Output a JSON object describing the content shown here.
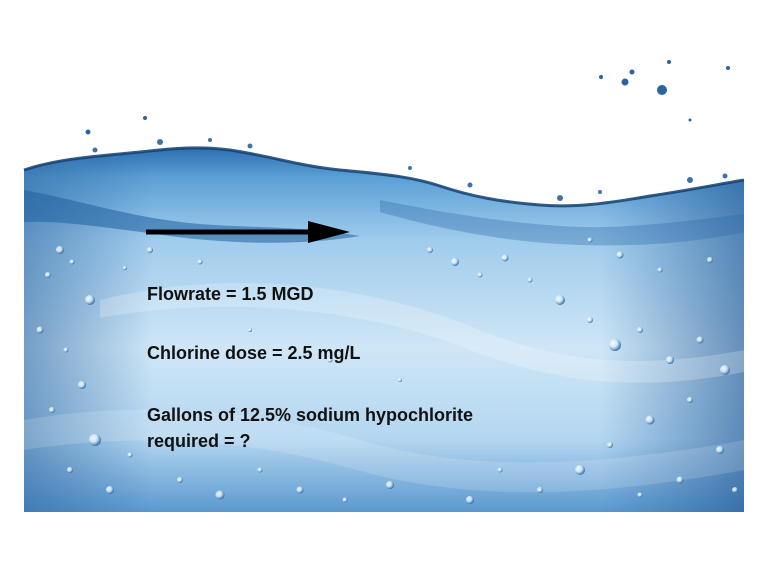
{
  "slide": {
    "lines": {
      "flowrate": "Flowrate = 1.5 MGD",
      "chlorine_dose": "Chlorine dose = 2.5 mg/L",
      "question_line1": "Gallons of 12.5% sodium hypochlorite",
      "question_line2": "required = ?"
    }
  },
  "colors": {
    "water_light": "#cfe6f6",
    "water_mid": "#8fc3e8",
    "water_deep": "#2a6aa8",
    "arrow": "#000000",
    "text": "#111111"
  },
  "icons": {
    "flow_direction": "arrow-right-icon"
  }
}
